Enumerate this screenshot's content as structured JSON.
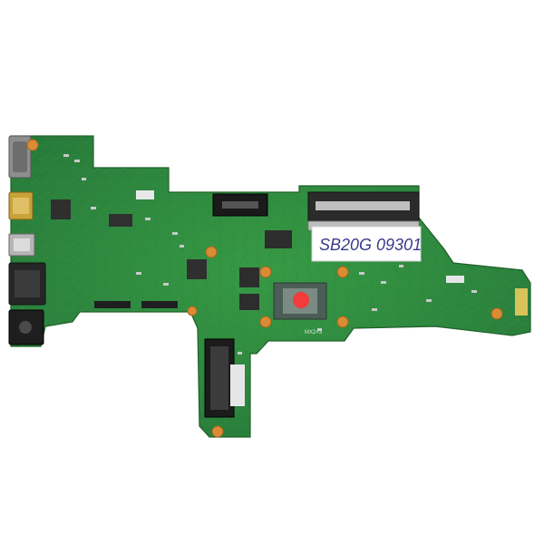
{
  "image": {
    "subject": "laptop motherboard",
    "background_color": "#ffffff",
    "pcb_color": "#2e8a3c",
    "pcb_dark": "#23702f",
    "pcb_light": "#3c9d49"
  },
  "sticker": {
    "text": "SB20G 09301"
  },
  "marking": {
    "text": "MX2×3"
  }
}
